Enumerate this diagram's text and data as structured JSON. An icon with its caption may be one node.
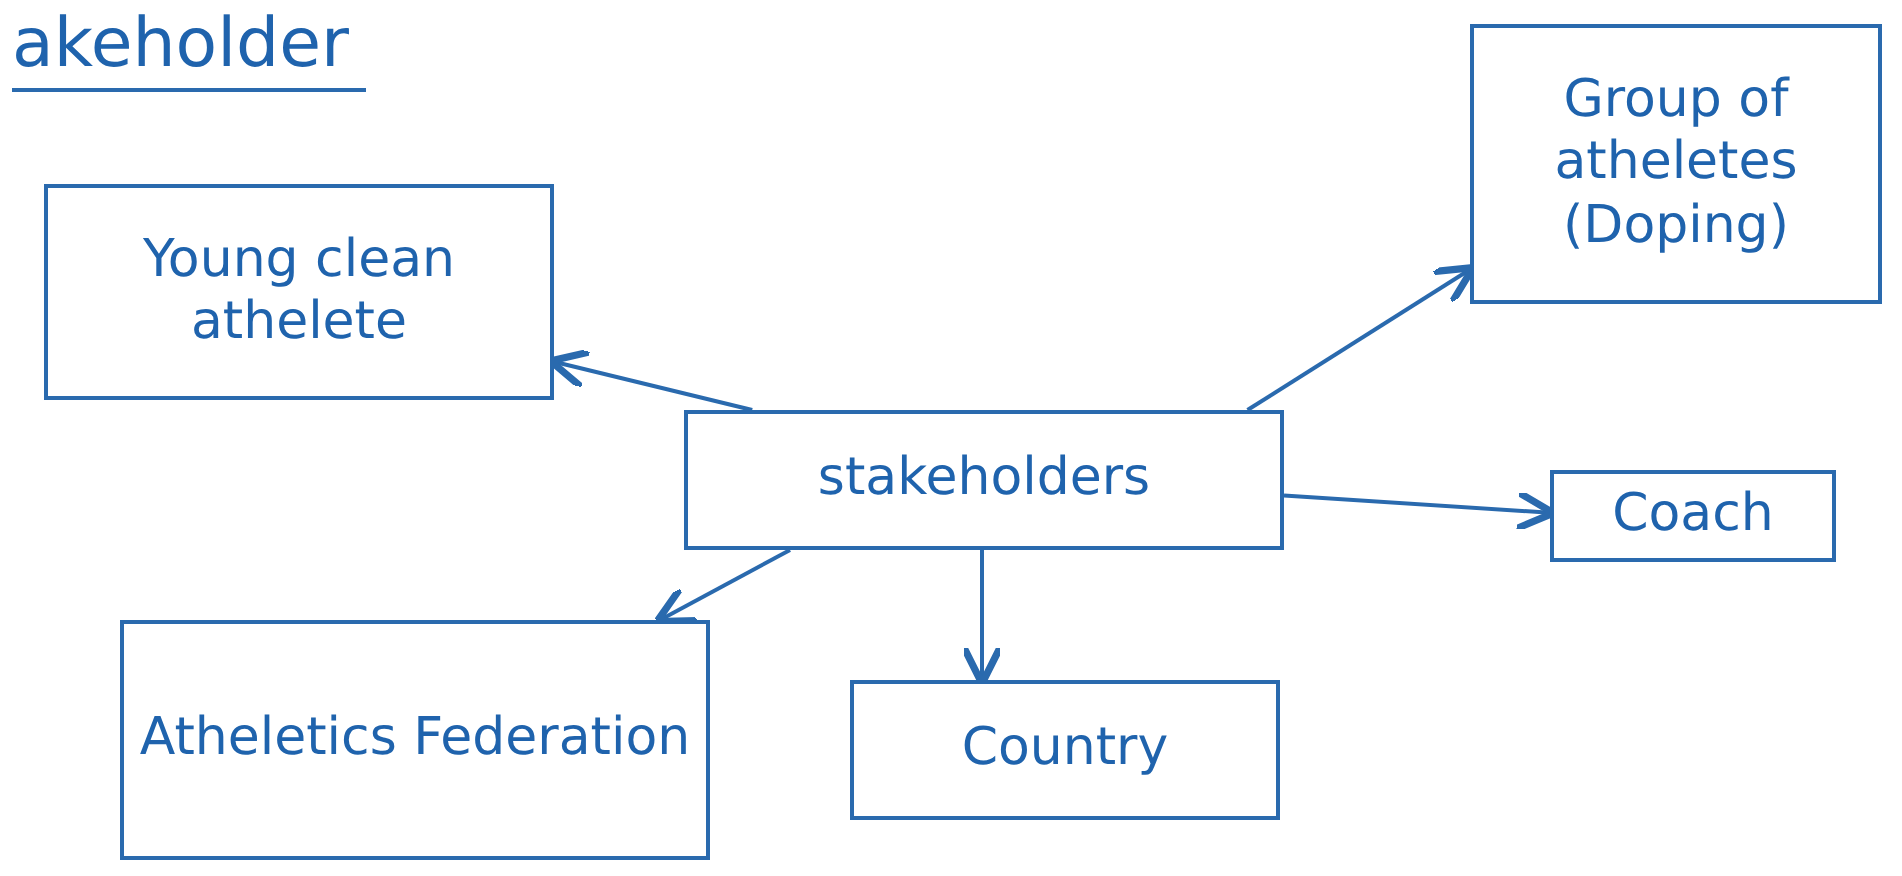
{
  "diagram": {
    "title": "akeholder",
    "nodes": [
      {
        "text": [
          "Young clean athelete"
        ]
      },
      {
        "text": [
          "stakeholders"
        ]
      },
      {
        "text": [
          "Group of atheletes (Doping)"
        ]
      },
      {
        "text": [
          "Coach"
        ]
      },
      {
        "text": [
          "Atheletics Federation"
        ]
      },
      {
        "text": [
          "Country"
        ]
      }
    ],
    "edges": [
      {
        "from": 1,
        "to": 0,
        "arrow": "to"
      },
      {
        "from": 1,
        "to": 2,
        "arrow": "to"
      },
      {
        "from": 1,
        "to": 3,
        "arrow": "to"
      },
      {
        "from": 1,
        "to": 4,
        "arrow": "to"
      },
      {
        "from": 1,
        "to": 5,
        "arrow": "to"
      }
    ]
  }
}
